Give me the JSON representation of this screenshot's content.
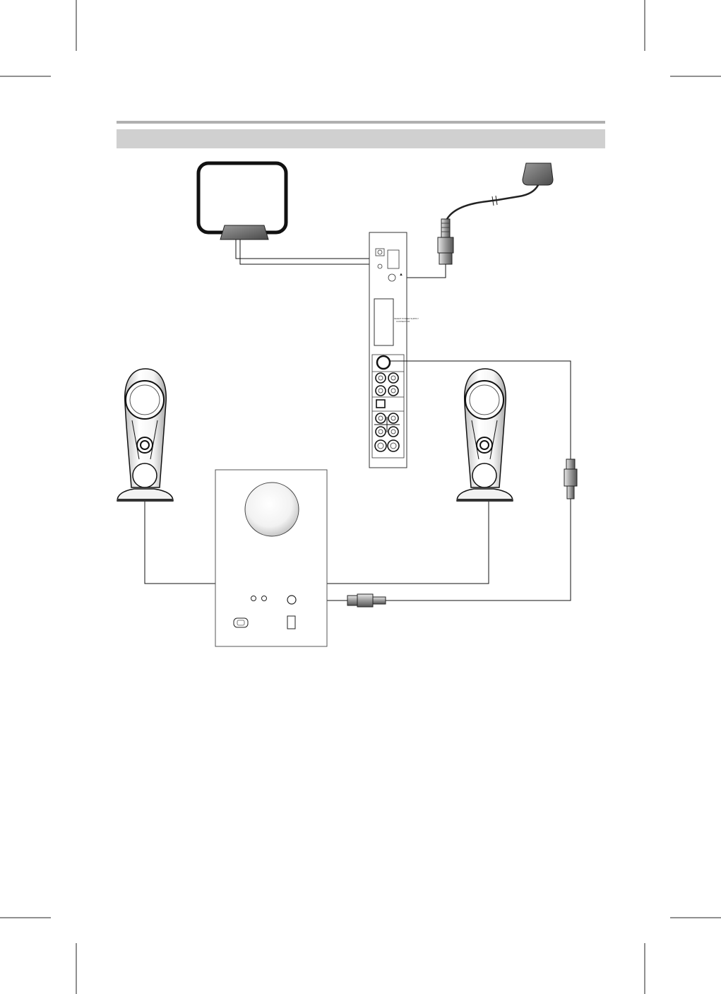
{
  "page": {
    "header_bar_color": "#d0d0d0",
    "rule_color": "#b0b0b0",
    "line_color": "#111111"
  },
  "diagram": {
    "components": [
      {
        "name": "am-loop-antenna",
        "icon": "loop-antenna-icon"
      },
      {
        "name": "fm-antenna-plug",
        "icon": "antenna-plug-icon"
      },
      {
        "name": "rear-panel",
        "icon": "rear-panel-icon"
      },
      {
        "name": "front-speaker-left",
        "icon": "speaker-icon"
      },
      {
        "name": "front-speaker-right",
        "icon": "speaker-icon"
      },
      {
        "name": "subwoofer",
        "icon": "subwoofer-icon"
      }
    ],
    "rear_panel_labels": {
      "power_supply": "SMART POWER SUPPLY",
      "connector": "CONNECTOR",
      "fm_marker": "▲"
    },
    "connections": [
      {
        "from": "am-loop-antenna",
        "to": "rear-panel"
      },
      {
        "from": "fm-antenna-plug",
        "to": "rear-panel"
      },
      {
        "from": "rear-panel",
        "to": "subwoofer"
      },
      {
        "from": "front-speaker-left",
        "to": "subwoofer"
      },
      {
        "from": "front-speaker-right",
        "to": "subwoofer"
      }
    ]
  }
}
